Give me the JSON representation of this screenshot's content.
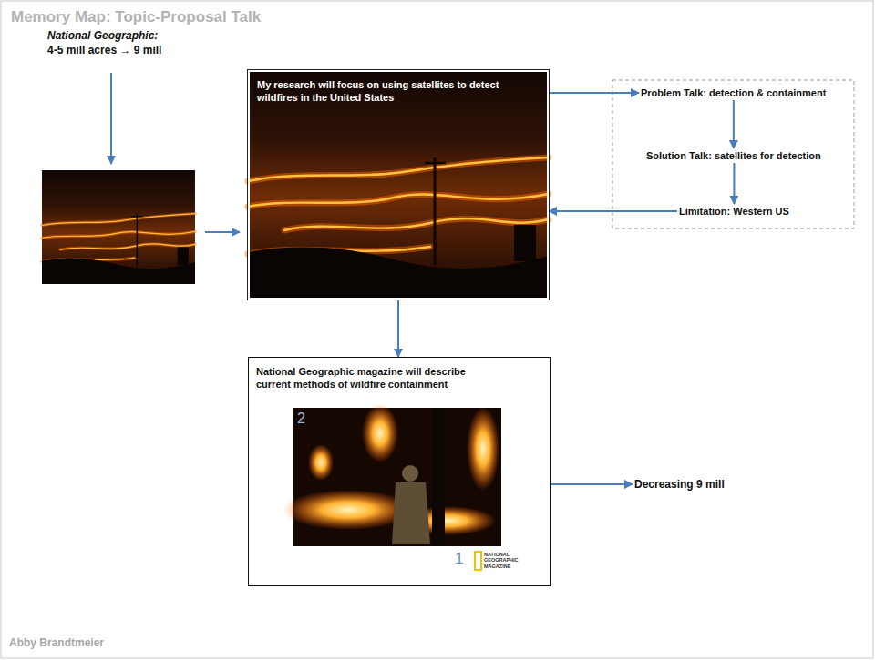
{
  "diagram": {
    "title": "Memory Map: Topic-Proposal Talk",
    "nodes": [
      {
        "text": [
          "National Geographic:",
          "4-5 mill acres → 9 mill"
        ]
      },
      {
        "text": [
          "My research will focus on using satellites to detect wildfires in the United States"
        ]
      },
      {
        "text": [
          "Problem Talk: detection & containment"
        ]
      },
      {
        "text": [
          "Solution Talk: satellites for detection"
        ]
      },
      {
        "text": [
          "Limitation: Western US"
        ]
      },
      {
        "text": [
          "National Geographic magazine will describe current methods of wildfire containment"
        ]
      },
      {
        "text": [
          "Decreasing 9 mill"
        ]
      }
    ],
    "edges": [
      {
        "from": 1,
        "to": 2,
        "arrow": "to"
      },
      {
        "from": 2,
        "to": 3,
        "arrow": "to"
      },
      {
        "from": 3,
        "to": 4,
        "arrow": "to"
      },
      {
        "from": 4,
        "to": 1,
        "arrow": "to"
      },
      {
        "from": 1,
        "to": 5,
        "arrow": "to"
      },
      {
        "from": 5,
        "to": 6,
        "arrow": "to"
      }
    ],
    "labels": [
      "Abby Brandtmeier",
      "2",
      "1",
      "NATIONAL GEOGRAPHIC MAGAZINE"
    ]
  }
}
